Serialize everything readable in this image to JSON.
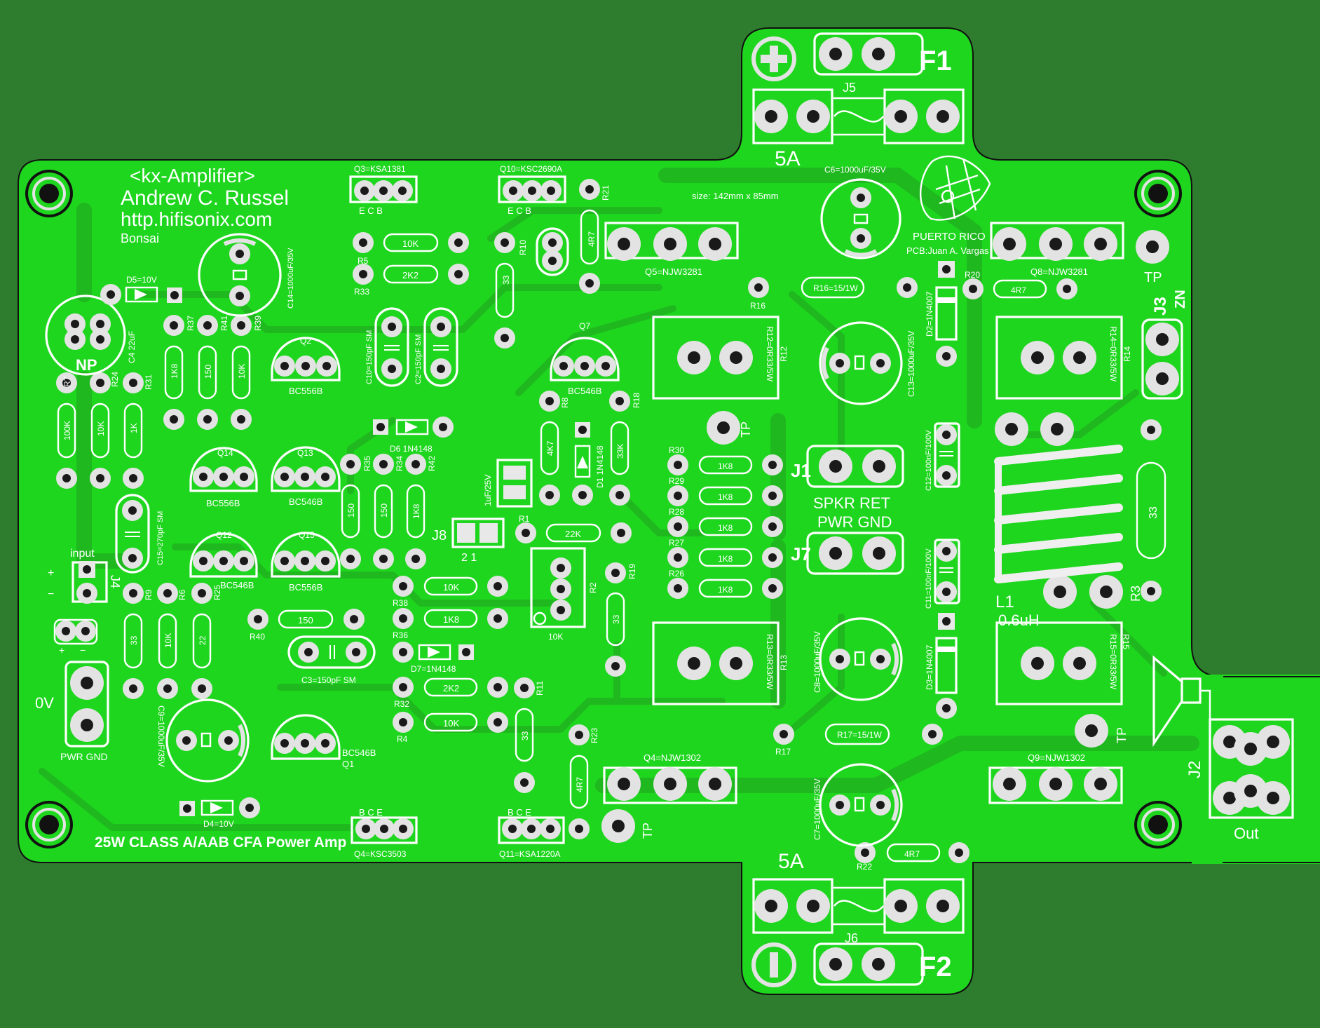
{
  "colors": {
    "background": "#2e7d2e",
    "board": "#1fd61f",
    "silkscreen": "#ffffff",
    "pad": "#e0e0e0",
    "hole": "#111111"
  },
  "title": {
    "name": "<kx-Amplifier>",
    "author": "Andrew C. Russel",
    "url": "http.hifisonix.com",
    "variant": "Bonsai",
    "size": "size: 142mm x 85mm",
    "origin": "PUERTO RICO",
    "pcb_by": "PCB:Juan A. Vargas",
    "footer": "25W CLASS A/AAB CFA Power Amp"
  },
  "connectors": {
    "f1": "F1",
    "f2": "F2",
    "j5": "J5",
    "j6": "J6",
    "fuse_top": "5A",
    "fuse_bottom": "5A",
    "j1": "J1",
    "j7": "J7",
    "spkr_ret": "SPKR RET",
    "pwr_gnd_center": "PWR GND",
    "j3": "J3",
    "zn": "ZN",
    "j2": "J2",
    "out": "Out",
    "j4": "J4",
    "input": "input",
    "ov": "0V",
    "pwr_gnd": "PWR GND",
    "j8": "J8",
    "j8_pins": "2   1",
    "tp": "TP",
    "np": "NP",
    "plus": "+",
    "minus": "−"
  },
  "transistors": [
    {
      "ref": "Q3=KSA1381",
      "pins": "E  C  B"
    },
    {
      "ref": "Q10=KSC2690A",
      "pins": "E  C  B"
    },
    {
      "ref": "Q4=KSC3503",
      "pins": "B  C  E"
    },
    {
      "ref": "Q11=KSA1220A",
      "pins": "B  C  E"
    },
    {
      "ref": "Q2",
      "part": "BC556B"
    },
    {
      "ref": "Q7",
      "part": "BC546B"
    },
    {
      "ref": "Q14",
      "part": "BC556B"
    },
    {
      "ref": "Q13",
      "part": "BC546B"
    },
    {
      "ref": "Q12",
      "part": "BC546B"
    },
    {
      "ref": "Q15",
      "part": "BC556B"
    },
    {
      "ref": "Q1",
      "part": "BC546B"
    },
    {
      "ref": "Q5=NJW3281"
    },
    {
      "ref": "Q8=NJW3281"
    },
    {
      "ref": "Q4=NJW1302"
    },
    {
      "ref": "Q9=NJW1302"
    }
  ],
  "resistors": {
    "R5": "10K",
    "R33": "2K2",
    "R10": "33",
    "R21": "4R7",
    "R16": "R16=15/1W",
    "R20": "4R7",
    "R12": "R12=0R33/5W",
    "R14": "R14=0R33/5W",
    "R13": "R13=0R33/5W",
    "R15": "R15=0R33/5W",
    "R7": "100K",
    "R24": "10K",
    "R31": "1K",
    "R37": "1K8",
    "R41": "150",
    "R39": "10K",
    "R35": "150",
    "R34": "150",
    "R42": "1K8",
    "R8": "4K7",
    "R18": "33K",
    "R1": "22K",
    "R30": "1K8",
    "R29": "1K8",
    "R28": "1K8",
    "R27": "1K8",
    "R26": "1K8",
    "R38": "10K",
    "R36": "1K8",
    "R40": "150",
    "R9": "33",
    "R6": "10K",
    "R25": "22",
    "R32": "2K2",
    "R4": "10K",
    "R11": "33",
    "R23": "4R7",
    "R19": "33",
    "R2": "10K",
    "R17": "R17=15/1W",
    "R22": "4R7",
    "R3": "33"
  },
  "capacitors": {
    "C14": "C14=1000uF/35V",
    "C4": "C4 22uF",
    "C10": "C10=150pF SM",
    "C2": "C2=150pF SM",
    "C16": "1uF/25V",
    "C15": "C15=270pF SM",
    "C3": "C3=150pF SM",
    "C9": "C9=1000uF/35V",
    "C6": "C6=1000uF/35V",
    "C13": "C13=1000uF/35V",
    "C8": "C8=1000uF/35V",
    "C7": "C7=1000uF/35V",
    "C12": "C12=100nF/100V",
    "C11": "C11=100nF/100V"
  },
  "diodes": {
    "D5": "D5=10V",
    "D6": "D6 1N4148",
    "D1": "D1 1N4148",
    "D7": "D7=1N4148",
    "D4": "D4=10V",
    "D2": "D2=1N4007",
    "D3": "D3=1N4007"
  },
  "inductor": {
    "ref": "L1",
    "value": "0.6uH"
  }
}
